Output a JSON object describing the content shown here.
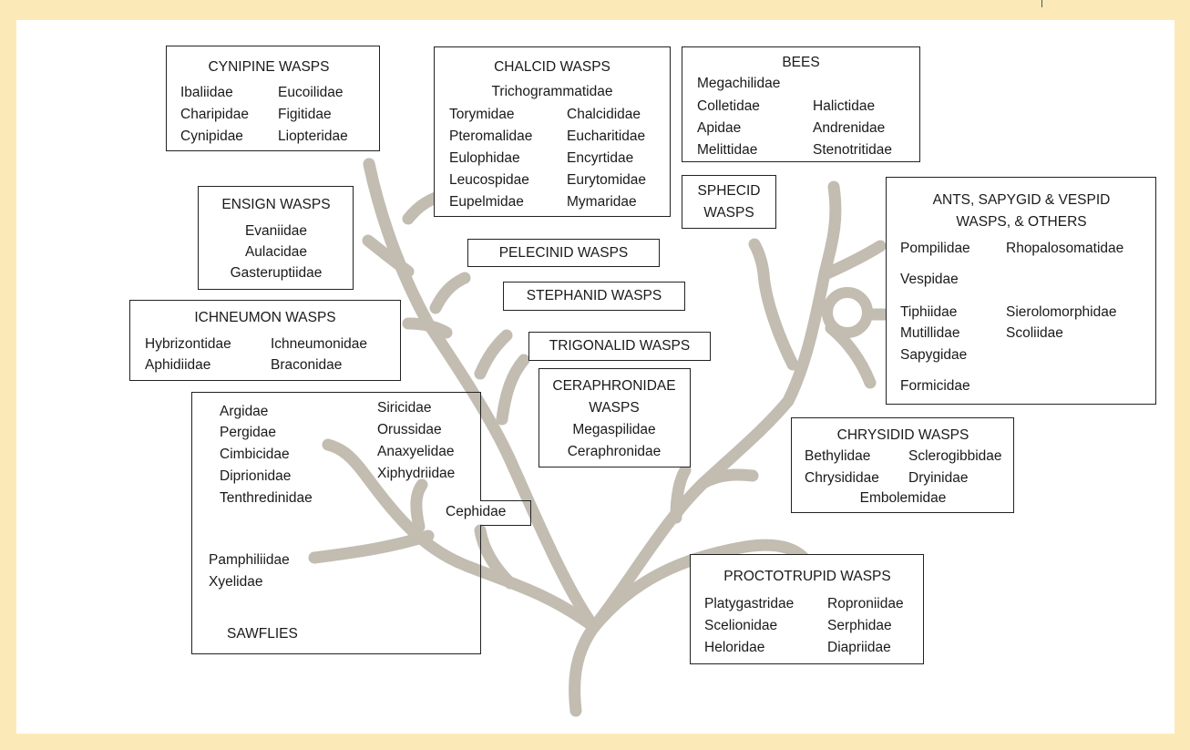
{
  "colors": {
    "background": "#fbe9b7",
    "panel": "#ffffff",
    "branch": "#c2bcb1",
    "border": "#222222"
  },
  "groups": {
    "cynipine": {
      "title": "CYNIPINE WASPS",
      "families": [
        "Ibaliidae",
        "Eucoilidae",
        "Charipidae",
        "Figitidae",
        "Cynipidae",
        "Liopteridae"
      ]
    },
    "chalcid": {
      "title": "CHALCID WASPS",
      "families": [
        "Trichogrammatidae",
        "Torymidae",
        "Chalcididae",
        "Pteromalidae",
        "Eucharitidae",
        "Eulophidae",
        "Encyrtidae",
        "Leucospidae",
        "Eurytomidae",
        "Eupelmidae",
        "Mymaridae"
      ]
    },
    "bees": {
      "title": "BEES",
      "families": [
        "Megachilidae",
        "Colletidae",
        "Halictidae",
        "Apidae",
        "Andrenidae",
        "Melittidae",
        "Stenotritidae"
      ]
    },
    "sphecid": {
      "title_line1": "SPHECID",
      "title_line2": "WASPS"
    },
    "ensign": {
      "title": "ENSIGN WASPS",
      "families": [
        "Evaniidae",
        "Aulacidae",
        "Gasteruptiidae"
      ]
    },
    "ants": {
      "title_line1": "ANTS, SAPYGID & VESPID",
      "title_line2": "WASPS, & OTHERS",
      "families": [
        "Pompilidae",
        "Rhopalosomatidae",
        "Vespidae",
        "Tiphiidae",
        "Sierolomorphidae",
        "Mutillidae",
        "Scoliidae",
        "Sapygidae",
        "Formicidae"
      ]
    },
    "pelecinid": {
      "title": "PELECINID WASPS"
    },
    "stephanid": {
      "title": "STEPHANID WASPS"
    },
    "ichneumon": {
      "title": "ICHNEUMON WASPS",
      "families": [
        "Hybrizontidae",
        "Ichneumonidae",
        "Aphidiidae",
        "Braconidae"
      ]
    },
    "trigonalid": {
      "title": "TRIGONALID WASPS"
    },
    "ceraphronidae": {
      "title_line1": "CERAPHRONIDAE",
      "title_line2": "WASPS",
      "families": [
        "Megaspilidae",
        "Ceraphronidae"
      ]
    },
    "sawflies": {
      "title": "SAWFLIES",
      "families": [
        "Argidae",
        "Siricidae",
        "Pergidae",
        "Orussidae",
        "Cimbicidae",
        "Anaxyelidae",
        "Diprionidae",
        "Xiphydriidae",
        "Tenthredinidae",
        "Pamphiliidae",
        "Xyelidae"
      ],
      "cephidae": "Cephidae"
    },
    "chrysidid": {
      "title": "CHRYSIDID WASPS",
      "families": [
        "Bethylidae",
        "Sclerogibbidae",
        "Chrysididae",
        "Dryinidae",
        "Embolemidae"
      ]
    },
    "proctotrupid": {
      "title": "PROCTOTRUPID WASPS",
      "families": [
        "Platygastridae",
        "Roproniidae",
        "Scelionidae",
        "Serphidae",
        "Heloridae",
        "Diapriidae"
      ]
    }
  }
}
